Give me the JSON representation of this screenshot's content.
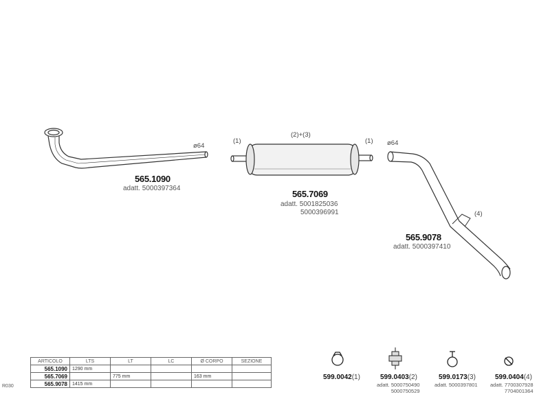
{
  "parts": [
    {
      "code": "565.1090",
      "adapt_lines": [
        "adatt. 5000397364"
      ],
      "diameter": "ø64"
    },
    {
      "code": "565.7069",
      "adapt_lines": [
        "adatt. 5001825036",
        "5000396991"
      ],
      "note_left": "(1)",
      "note_top": "(2)+(3)",
      "note_right": "(1)"
    },
    {
      "code": "565.9078",
      "adapt_lines": [
        "adatt. 5000397410"
      ],
      "diameter": "ø64",
      "note": "(4)"
    }
  ],
  "accessories": [
    {
      "code": "599.0042",
      "note": "(1)",
      "sub": []
    },
    {
      "code": "599.0403",
      "note": "(2)",
      "sub": [
        "adatt. 5000750490",
        "5000750529"
      ]
    },
    {
      "code": "599.0173",
      "note": "(3)",
      "sub": [
        "adatt. 5000397801"
      ]
    },
    {
      "code": "599.0404",
      "note": "(4)",
      "sub": [
        "adatt. 7700307928",
        "7704001364"
      ]
    }
  ],
  "table": {
    "headers": [
      "ARTICOLO",
      "LTS",
      "LT",
      "LC",
      "ø CORPO",
      "SEZIONE"
    ],
    "rows": [
      [
        "565.1090",
        "1290 mm",
        "",
        "",
        "",
        ""
      ],
      [
        "565.7069",
        "",
        "775 mm",
        "",
        "163 mm",
        ""
      ],
      [
        "565.9078",
        "1415 mm",
        "",
        "",
        "",
        ""
      ]
    ]
  },
  "side_code": "R030"
}
